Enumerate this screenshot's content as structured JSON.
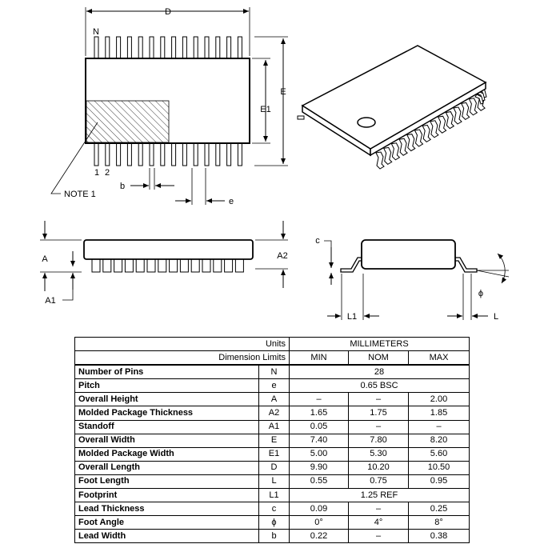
{
  "figure": {
    "top_view": {
      "dim_D": "D",
      "dim_E": "E",
      "dim_E1": "E1",
      "pin_N": "N",
      "pin_1": "1",
      "pin_2": "2",
      "note": "NOTE 1",
      "dim_b": "b",
      "dim_e": "e"
    },
    "side_view": {
      "dim_A": "A",
      "dim_A2": "A2",
      "dim_A1": "A1"
    },
    "end_view": {
      "dim_c": "c",
      "dim_phi": "ϕ",
      "dim_L1": "L1",
      "dim_L": "L"
    }
  },
  "table": {
    "units_label": "Units",
    "units_value": "MILLIMETERS",
    "limits_label": "Dimension Limits",
    "col_min": "MIN",
    "col_nom": "NOM",
    "col_max": "MAX",
    "rows": [
      {
        "name": "Number of Pins",
        "symbol": "N",
        "span": "28"
      },
      {
        "name": "Pitch",
        "symbol": "e",
        "span": "0.65 BSC"
      },
      {
        "name": "Overall Height",
        "symbol": "A",
        "min": "–",
        "nom": "–",
        "max": "2.00"
      },
      {
        "name": "Molded Package Thickness",
        "symbol": "A2",
        "min": "1.65",
        "nom": "1.75",
        "max": "1.85"
      },
      {
        "name": "Standoff",
        "symbol": "A1",
        "min": "0.05",
        "nom": "–",
        "max": "–"
      },
      {
        "name": "Overall Width",
        "symbol": "E",
        "min": "7.40",
        "nom": "7.80",
        "max": "8.20"
      },
      {
        "name": "Molded Package Width",
        "symbol": "E1",
        "min": "5.00",
        "nom": "5.30",
        "max": "5.60"
      },
      {
        "name": "Overall Length",
        "symbol": "D",
        "min": "9.90",
        "nom": "10.20",
        "max": "10.50"
      },
      {
        "name": "Foot Length",
        "symbol": "L",
        "min": "0.55",
        "nom": "0.75",
        "max": "0.95"
      },
      {
        "name": "Footprint",
        "symbol": "L1",
        "span": "1.25 REF"
      },
      {
        "name": "Lead Thickness",
        "symbol": "c",
        "min": "0.09",
        "nom": "–",
        "max": "0.25"
      },
      {
        "name": "Foot Angle",
        "symbol": "ϕ",
        "min": "0°",
        "nom": "4°",
        "max": "8°"
      },
      {
        "name": "Lead Width",
        "symbol": "b",
        "min": "0.22",
        "nom": "–",
        "max": "0.38"
      }
    ]
  }
}
